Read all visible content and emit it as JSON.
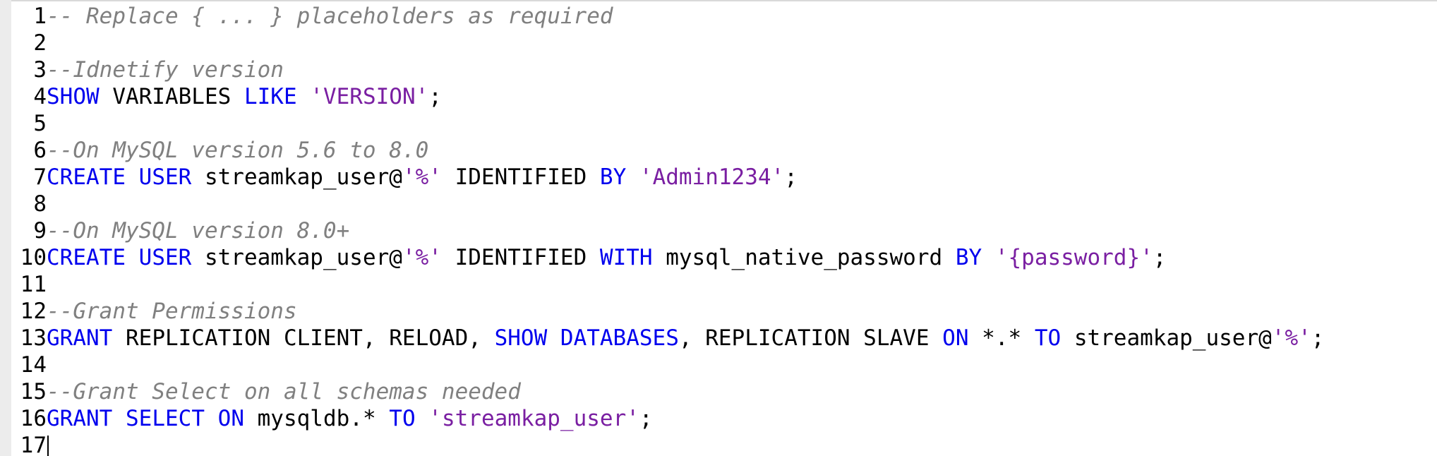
{
  "editor": {
    "lines": [
      {
        "num": "1",
        "tokens": [
          {
            "type": "comment",
            "text": "-- Replace { ... } placeholders as required"
          }
        ]
      },
      {
        "num": "2",
        "tokens": []
      },
      {
        "num": "3",
        "tokens": [
          {
            "type": "comment",
            "text": "--Idnetify version"
          }
        ]
      },
      {
        "num": "4",
        "tokens": [
          {
            "type": "kw",
            "text": "SHOW"
          },
          {
            "type": "plain",
            "text": " VARIABLES "
          },
          {
            "type": "kw",
            "text": "LIKE"
          },
          {
            "type": "plain",
            "text": " "
          },
          {
            "type": "str",
            "text": "'VERSION'"
          },
          {
            "type": "plain",
            "text": ";"
          }
        ]
      },
      {
        "num": "5",
        "tokens": []
      },
      {
        "num": "6",
        "tokens": [
          {
            "type": "comment",
            "text": "--On MySQL version 5.6 to 8.0"
          }
        ]
      },
      {
        "num": "7",
        "tokens": [
          {
            "type": "kw",
            "text": "CREATE"
          },
          {
            "type": "plain",
            "text": " "
          },
          {
            "type": "kw",
            "text": "USER"
          },
          {
            "type": "plain",
            "text": " streamkap_user@"
          },
          {
            "type": "str",
            "text": "'%'"
          },
          {
            "type": "plain",
            "text": " IDENTIFIED "
          },
          {
            "type": "kw",
            "text": "BY"
          },
          {
            "type": "plain",
            "text": " "
          },
          {
            "type": "str",
            "text": "'Admin1234'"
          },
          {
            "type": "plain",
            "text": ";"
          }
        ]
      },
      {
        "num": "8",
        "tokens": []
      },
      {
        "num": "9",
        "tokens": [
          {
            "type": "comment",
            "text": "--On MySQL version 8.0+"
          }
        ]
      },
      {
        "num": "10",
        "tokens": [
          {
            "type": "kw",
            "text": "CREATE"
          },
          {
            "type": "plain",
            "text": " "
          },
          {
            "type": "kw",
            "text": "USER"
          },
          {
            "type": "plain",
            "text": " streamkap_user@"
          },
          {
            "type": "str",
            "text": "'%'"
          },
          {
            "type": "plain",
            "text": " IDENTIFIED "
          },
          {
            "type": "kw",
            "text": "WITH"
          },
          {
            "type": "plain",
            "text": " mysql_native_password "
          },
          {
            "type": "kw",
            "text": "BY"
          },
          {
            "type": "plain",
            "text": " "
          },
          {
            "type": "str",
            "text": "'{password}'"
          },
          {
            "type": "plain",
            "text": ";"
          }
        ]
      },
      {
        "num": "11",
        "tokens": []
      },
      {
        "num": "12",
        "tokens": [
          {
            "type": "comment",
            "text": "--Grant Permissions"
          }
        ]
      },
      {
        "num": "13",
        "tokens": [
          {
            "type": "kw",
            "text": "GRANT"
          },
          {
            "type": "plain",
            "text": " REPLICATION CLIENT, RELOAD, "
          },
          {
            "type": "kw",
            "text": "SHOW"
          },
          {
            "type": "plain",
            "text": " "
          },
          {
            "type": "kw",
            "text": "DATABASES"
          },
          {
            "type": "plain",
            "text": ", REPLICATION SLAVE "
          },
          {
            "type": "kw",
            "text": "ON"
          },
          {
            "type": "plain",
            "text": " *.* "
          },
          {
            "type": "kw",
            "text": "TO"
          },
          {
            "type": "plain",
            "text": " streamkap_user@"
          },
          {
            "type": "str",
            "text": "'%'"
          },
          {
            "type": "plain",
            "text": ";"
          }
        ]
      },
      {
        "num": "14",
        "tokens": []
      },
      {
        "num": "15",
        "tokens": [
          {
            "type": "comment",
            "text": "--Grant Select on all schemas needed"
          }
        ]
      },
      {
        "num": "16",
        "tokens": [
          {
            "type": "kw",
            "text": "GRANT"
          },
          {
            "type": "plain",
            "text": " "
          },
          {
            "type": "kw",
            "text": "SELECT"
          },
          {
            "type": "plain",
            "text": " "
          },
          {
            "type": "kw",
            "text": "ON"
          },
          {
            "type": "plain",
            "text": " mysqldb.* "
          },
          {
            "type": "kw",
            "text": "TO"
          },
          {
            "type": "plain",
            "text": " "
          },
          {
            "type": "str",
            "text": "'streamkap_user'"
          },
          {
            "type": "plain",
            "text": ";"
          }
        ]
      },
      {
        "num": "17",
        "tokens": [],
        "caret": true
      }
    ]
  },
  "colors": {
    "keyword": "#0000ee",
    "string": "#7a1fa2",
    "comment": "#808080",
    "plain": "#000000",
    "gutter": "#ececec"
  }
}
